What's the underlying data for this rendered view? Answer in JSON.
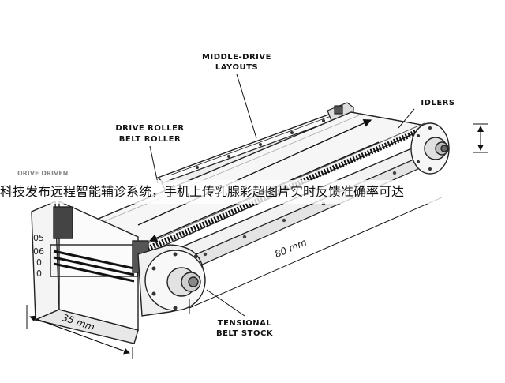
{
  "labels": {
    "middle_drive": [
      "MIDDLE-DRIVE",
      "LAYOUTS"
    ],
    "drive_roller": [
      "DRIVE ROLLER",
      "BELT ROLLER"
    ],
    "idlers": "IDLERS",
    "tensional": [
      "TENSIONAL",
      "BELT STOCK"
    ],
    "drive_driven": "DRIVE DRIVEN"
  },
  "dimensions": {
    "length": "80 mm",
    "width": "35 mm"
  },
  "side_numbers": [
    "05",
    "06",
    "0",
    "0"
  ],
  "overlay_text": "科技发布远程智能辅诊系统，手机上传乳腺彩超图片实时反馈准确率可达"
}
